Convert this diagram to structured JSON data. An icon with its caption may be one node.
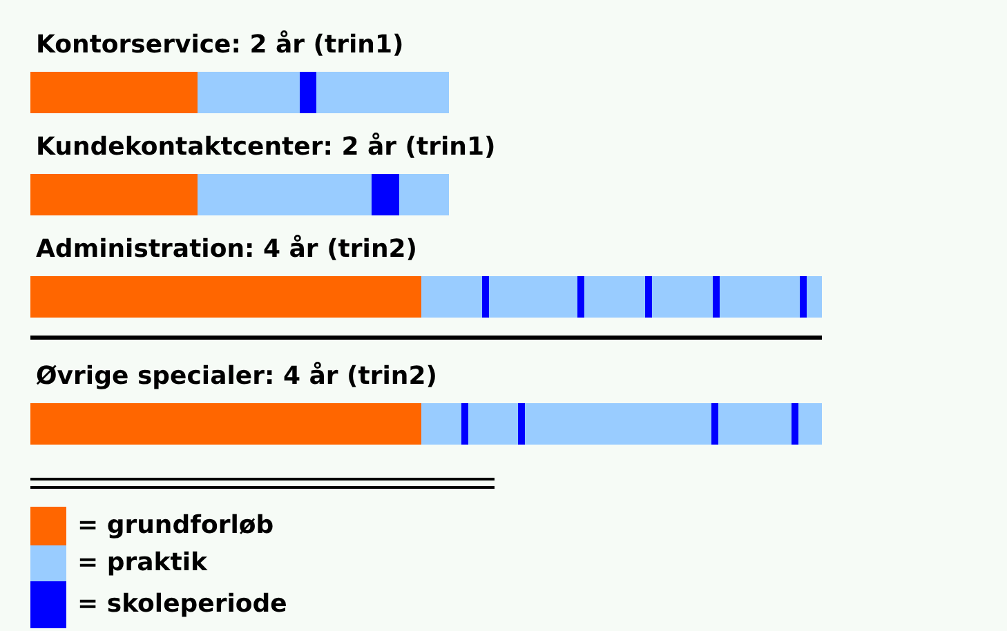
{
  "diagram": {
    "nodes": [
      {
        "text": [
          "Kontorservice: 2 år (trin1)"
        ]
      },
      {
        "text": [
          "Kundekontaktcenter: 2 år (trin1)"
        ]
      },
      {
        "text": [
          "Administration: 4 år (trin2)"
        ]
      },
      {
        "text": [
          "Øvrige specialer: 4 år (trin2)"
        ]
      }
    ],
    "legend": [
      {
        "text": "= grundforløb",
        "color": "#ff6600"
      },
      {
        "text": "= praktik",
        "color": "#99ccff"
      },
      {
        "text": "= skoleperiode",
        "color": "#0000ff"
      }
    ]
  }
}
